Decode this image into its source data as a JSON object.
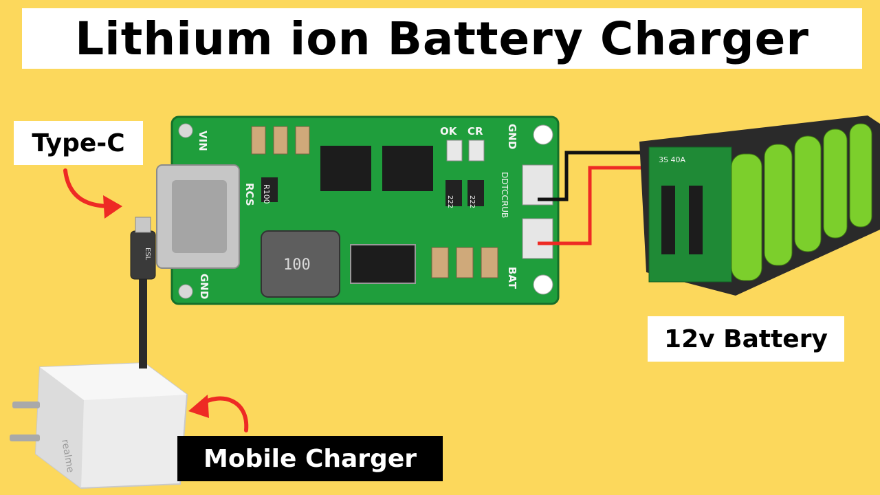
{
  "title": "Lithium ion Battery Charger",
  "labels": {
    "type_c": "Type-C",
    "battery": "12v Battery",
    "mobile_charger": "Mobile Charger"
  },
  "pcb_silkscreen": {
    "vin": "VIN",
    "gnd_left": "GND",
    "rcs": "RCS",
    "r100": "R100",
    "ok": "OK",
    "cr": "CR",
    "gnd_right": "GND",
    "ddtccrub": "DDTCCRUB",
    "bat": "BAT",
    "code_222a": "222",
    "code_222b": "222",
    "inductor": "100"
  },
  "battery_marks": {
    "bms": "3S 40A"
  },
  "cable_marks": {
    "brand": "ESL"
  },
  "charger_marks": {
    "brand": "realme"
  },
  "colors": {
    "background": "#fcd85c",
    "pcb": "#1f9e3c",
    "wire_black": "#111111",
    "wire_red": "#ee2a24",
    "arrow_red": "#ee2a24",
    "cell_green": "#7ccf2c"
  }
}
